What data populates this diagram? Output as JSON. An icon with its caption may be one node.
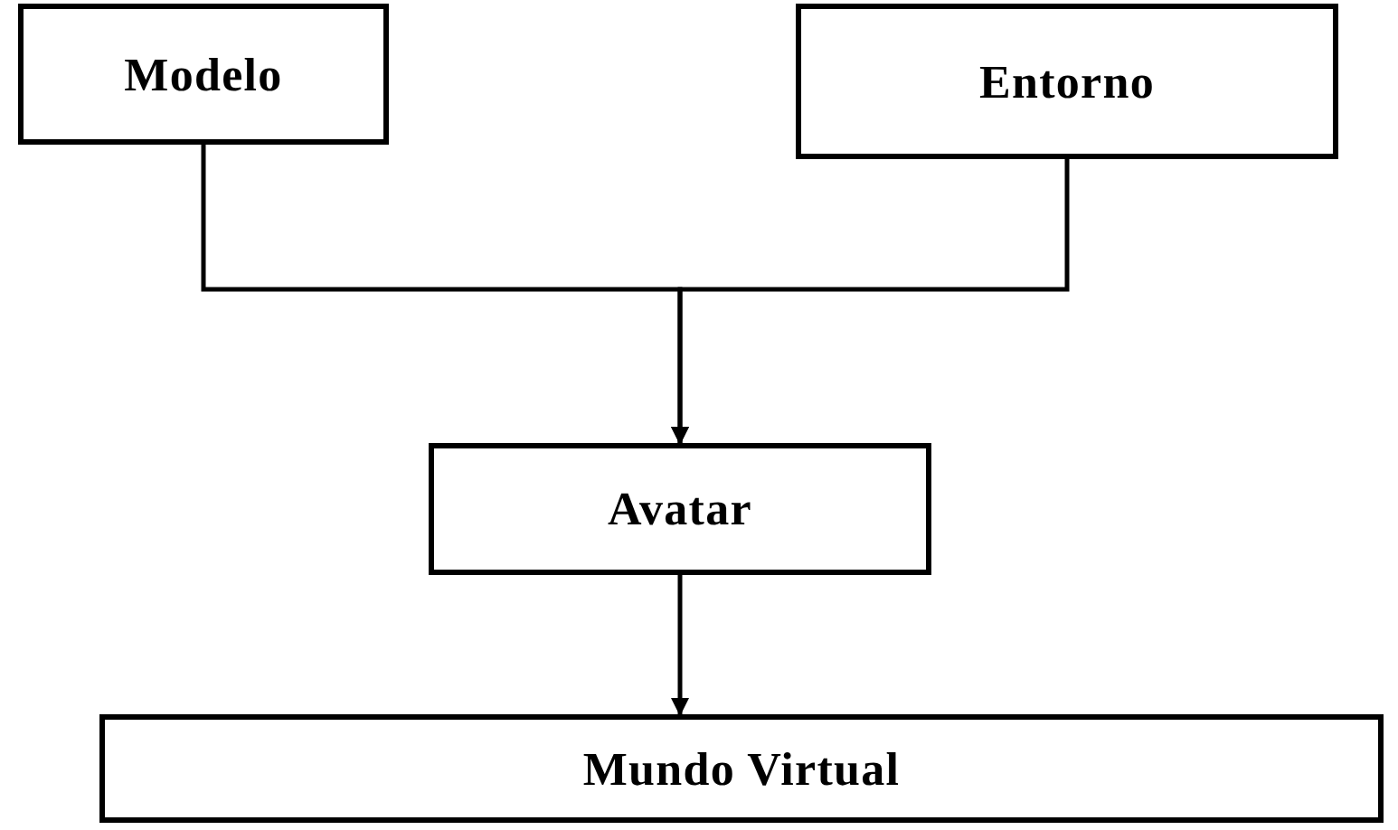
{
  "diagram": {
    "nodes": [
      {
        "text": [
          "Modelo"
        ]
      },
      {
        "text": [
          "Entorno"
        ]
      },
      {
        "text": [
          "Avatar"
        ]
      },
      {
        "text": [
          "Mundo Virtual"
        ]
      }
    ],
    "edges": [
      {
        "from": 0,
        "to": 2,
        "arrow": "to"
      },
      {
        "from": 1,
        "to": 2,
        "arrow": "to"
      },
      {
        "from": 2,
        "to": 3,
        "arrow": "to"
      }
    ]
  }
}
